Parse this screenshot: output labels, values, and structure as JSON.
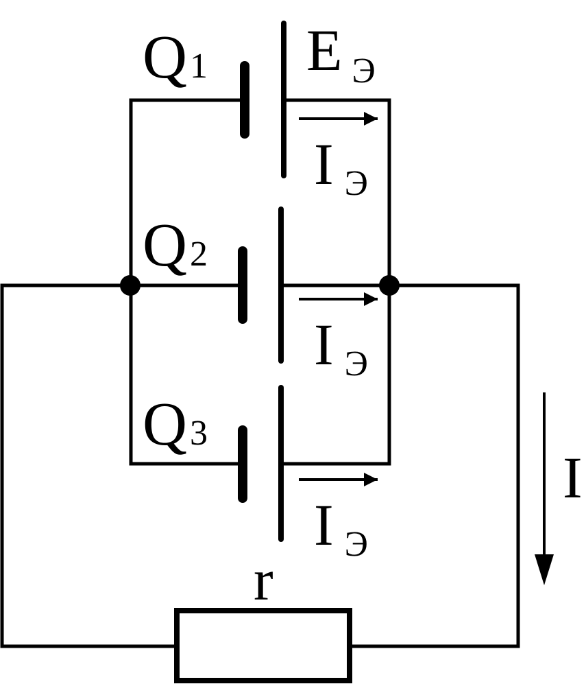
{
  "colors": {
    "line": "#000000",
    "background": "#ffffff"
  },
  "cells": [
    {
      "name": "Q",
      "index": "1"
    },
    {
      "name": "Q",
      "index": "2"
    },
    {
      "name": "Q",
      "index": "3"
    }
  ],
  "emf": {
    "symbol": "E",
    "subscript": "Э"
  },
  "cell_current": {
    "symbol": "I",
    "subscript": "Э"
  },
  "load_current": {
    "symbol": "I"
  },
  "resistor": {
    "label": "r"
  }
}
